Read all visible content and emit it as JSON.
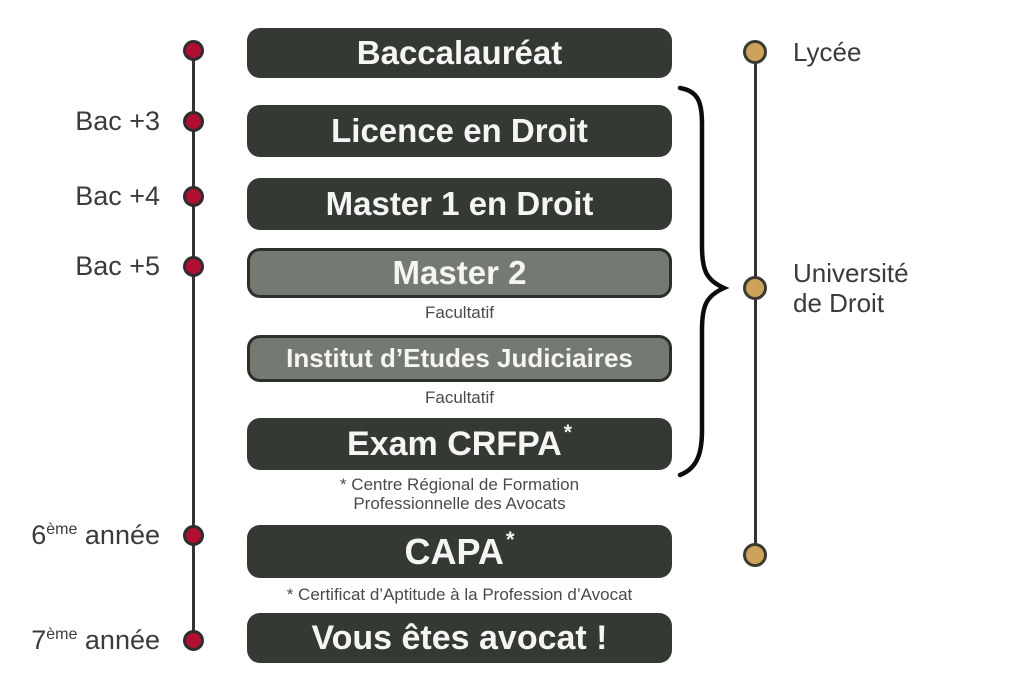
{
  "colors": {
    "box_dark": "#343a33",
    "box_gray": "#747a72",
    "dot_red": "#b00f31",
    "dot_gold": "#cda35c",
    "line": "#333330"
  },
  "left_timeline": {
    "labels": [
      {
        "pre": "Bac +3",
        "sup": "",
        "post": ""
      },
      {
        "pre": "Bac +4",
        "sup": "",
        "post": ""
      },
      {
        "pre": "Bac +5",
        "sup": "",
        "post": ""
      },
      {
        "pre": "6",
        "sup": "ème",
        "post": " année"
      },
      {
        "pre": "7",
        "sup": "ème",
        "post": " année"
      }
    ]
  },
  "stages": [
    {
      "label": "Baccalauréat",
      "asterisk": "",
      "note": ""
    },
    {
      "label": "Licence en Droit",
      "asterisk": "",
      "note": ""
    },
    {
      "label": "Master 1 en Droit",
      "asterisk": "",
      "note": ""
    },
    {
      "label": "Master 2",
      "asterisk": "",
      "note": "Facultatif"
    },
    {
      "label": "Institut d’Etudes Judiciaires",
      "asterisk": "",
      "note": "Facultatif"
    },
    {
      "label": "Exam CRFPA",
      "asterisk": "*",
      "note_line1": "* Centre Régional de Formation",
      "note_line2": "Professionnelle des Avocats"
    },
    {
      "label": "CAPA",
      "asterisk": "*",
      "note": "* Certificat d’Aptitude à la Profession d’Avocat"
    },
    {
      "label": "Vous êtes avocat !",
      "asterisk": "",
      "note": ""
    }
  ],
  "right_timeline": {
    "labels": [
      {
        "line1": "Lycée",
        "line2": ""
      },
      {
        "line1": "Université",
        "line2": "de Droit"
      }
    ]
  }
}
